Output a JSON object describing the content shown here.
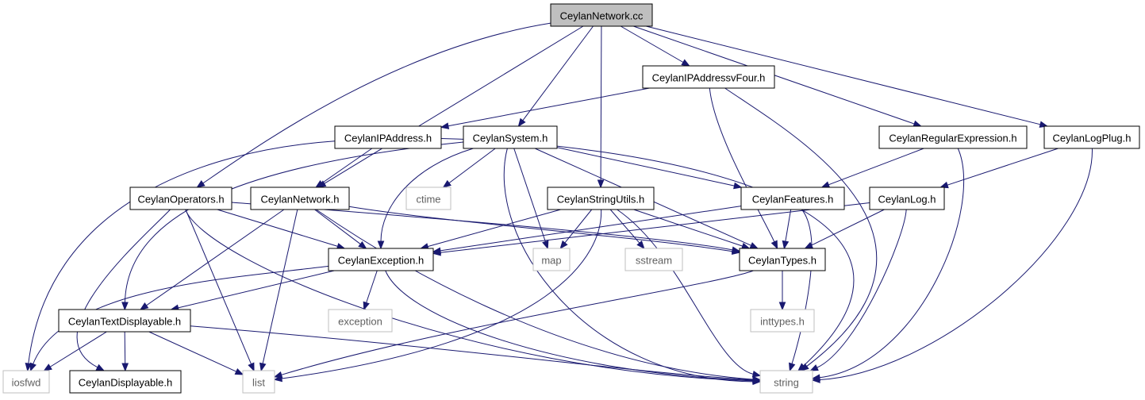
{
  "graph": {
    "colors": {
      "edge": "#191970",
      "root_fill": "#bfbfbf",
      "node_border": "#000000",
      "system_border": "#bfbfbf",
      "system_text": "#606060"
    },
    "nodes": [
      {
        "id": "network_cc",
        "label": "CeylanNetwork.cc",
        "kind": "root"
      },
      {
        "id": "ipv4",
        "label": "CeylanIPAddressvFour.h",
        "kind": "local"
      },
      {
        "id": "ipaddress",
        "label": "CeylanIPAddress.h",
        "kind": "local"
      },
      {
        "id": "system",
        "label": "CeylanSystem.h",
        "kind": "local"
      },
      {
        "id": "regexp",
        "label": "CeylanRegularExpression.h",
        "kind": "local"
      },
      {
        "id": "logplug",
        "label": "CeylanLogPlug.h",
        "kind": "local"
      },
      {
        "id": "operators",
        "label": "CeylanOperators.h",
        "kind": "local"
      },
      {
        "id": "network_h",
        "label": "CeylanNetwork.h",
        "kind": "local"
      },
      {
        "id": "ctime",
        "label": "ctime",
        "kind": "system"
      },
      {
        "id": "stringutils",
        "label": "CeylanStringUtils.h",
        "kind": "local"
      },
      {
        "id": "features",
        "label": "CeylanFeatures.h",
        "kind": "local"
      },
      {
        "id": "log",
        "label": "CeylanLog.h",
        "kind": "local"
      },
      {
        "id": "exception_h",
        "label": "CeylanException.h",
        "kind": "local"
      },
      {
        "id": "map",
        "label": "map",
        "kind": "system"
      },
      {
        "id": "sstream",
        "label": "sstream",
        "kind": "system"
      },
      {
        "id": "types",
        "label": "CeylanTypes.h",
        "kind": "local"
      },
      {
        "id": "textdisplayable",
        "label": "CeylanTextDisplayable.h",
        "kind": "local"
      },
      {
        "id": "exception",
        "label": "exception",
        "kind": "system"
      },
      {
        "id": "inttypes",
        "label": "inttypes.h",
        "kind": "system"
      },
      {
        "id": "iosfwd",
        "label": "iosfwd",
        "kind": "system"
      },
      {
        "id": "displayable",
        "label": "CeylanDisplayable.h",
        "kind": "local"
      },
      {
        "id": "list",
        "label": "list",
        "kind": "system"
      },
      {
        "id": "string",
        "label": "string",
        "kind": "system"
      }
    ],
    "edges": [
      {
        "from": "network_cc",
        "to": "ipv4"
      },
      {
        "from": "network_cc",
        "to": "system"
      },
      {
        "from": "network_cc",
        "to": "stringutils"
      },
      {
        "from": "network_cc",
        "to": "operators"
      },
      {
        "from": "network_cc",
        "to": "network_h"
      },
      {
        "from": "network_cc",
        "to": "regexp"
      },
      {
        "from": "network_cc",
        "to": "logplug"
      },
      {
        "from": "ipv4",
        "to": "ipaddress"
      },
      {
        "from": "ipv4",
        "to": "types"
      },
      {
        "from": "ipv4",
        "to": "string"
      },
      {
        "from": "ipaddress",
        "to": "network_h"
      },
      {
        "from": "ipaddress",
        "to": "iosfwd"
      },
      {
        "from": "ipaddress",
        "to": "string"
      },
      {
        "from": "system",
        "to": "ctime"
      },
      {
        "from": "system",
        "to": "exception_h"
      },
      {
        "from": "system",
        "to": "map"
      },
      {
        "from": "system",
        "to": "string"
      },
      {
        "from": "system",
        "to": "features"
      },
      {
        "from": "system",
        "to": "types"
      },
      {
        "from": "system",
        "to": "textdisplayable"
      },
      {
        "from": "regexp",
        "to": "features"
      },
      {
        "from": "regexp",
        "to": "string"
      },
      {
        "from": "logplug",
        "to": "log"
      },
      {
        "from": "logplug",
        "to": "string"
      },
      {
        "from": "operators",
        "to": "exception_h"
      },
      {
        "from": "operators",
        "to": "types"
      },
      {
        "from": "operators",
        "to": "list"
      },
      {
        "from": "operators",
        "to": "string"
      },
      {
        "from": "operators",
        "to": "displayable"
      },
      {
        "from": "network_h",
        "to": "exception_h"
      },
      {
        "from": "network_h",
        "to": "types"
      },
      {
        "from": "network_h",
        "to": "textdisplayable"
      },
      {
        "from": "network_h",
        "to": "list"
      },
      {
        "from": "network_h",
        "to": "string"
      },
      {
        "from": "stringutils",
        "to": "exception_h"
      },
      {
        "from": "stringutils",
        "to": "map"
      },
      {
        "from": "stringutils",
        "to": "sstream"
      },
      {
        "from": "stringutils",
        "to": "types"
      },
      {
        "from": "stringutils",
        "to": "list"
      },
      {
        "from": "stringutils",
        "to": "string"
      },
      {
        "from": "features",
        "to": "exception_h"
      },
      {
        "from": "features",
        "to": "types"
      },
      {
        "from": "features",
        "to": "string"
      },
      {
        "from": "log",
        "to": "exception_h"
      },
      {
        "from": "log",
        "to": "types"
      },
      {
        "from": "log",
        "to": "string"
      },
      {
        "from": "exception_h",
        "to": "exception"
      },
      {
        "from": "exception_h",
        "to": "textdisplayable"
      },
      {
        "from": "exception_h",
        "to": "string"
      },
      {
        "from": "exception_h",
        "to": "iosfwd"
      },
      {
        "from": "types",
        "to": "inttypes"
      },
      {
        "from": "types",
        "to": "list"
      },
      {
        "from": "textdisplayable",
        "to": "displayable"
      },
      {
        "from": "textdisplayable",
        "to": "iosfwd"
      },
      {
        "from": "textdisplayable",
        "to": "list"
      },
      {
        "from": "textdisplayable",
        "to": "string"
      }
    ]
  }
}
